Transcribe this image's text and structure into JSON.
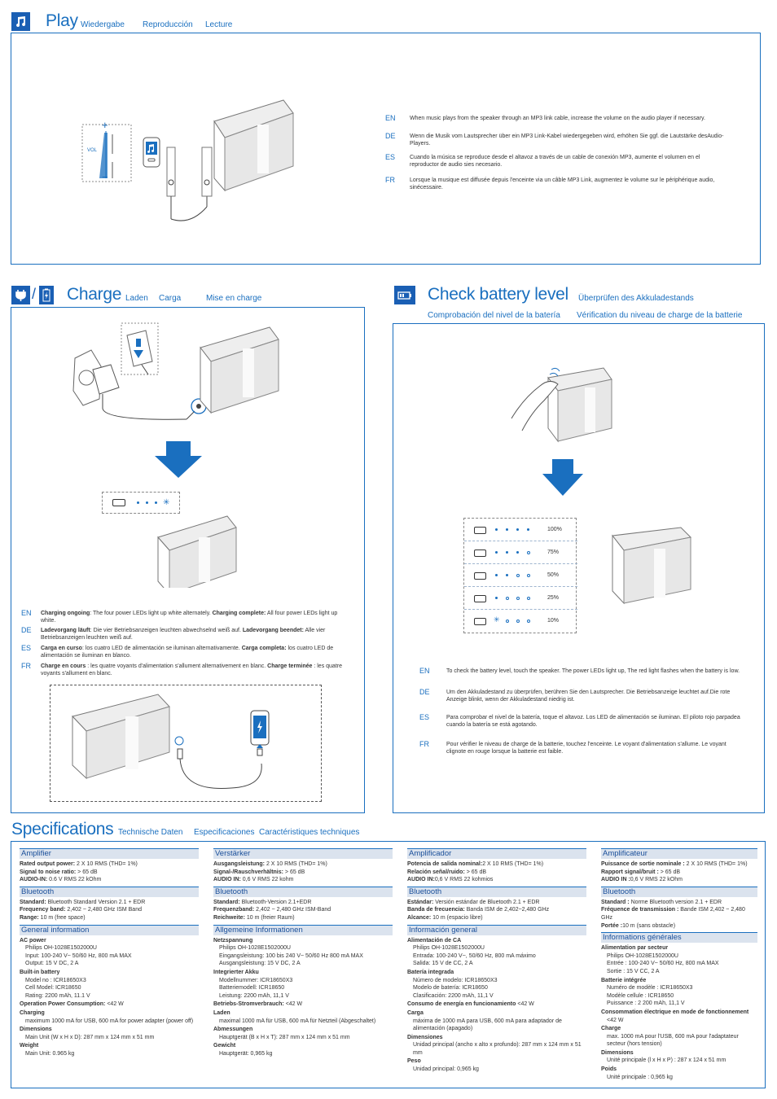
{
  "play": {
    "title": "Play",
    "subs": [
      "Wiedergabe",
      "Reproducción",
      "Lecture"
    ],
    "vol_label": "VOL",
    "vol_plus": "+",
    "vol_minus": "−",
    "rows": [
      {
        "code": "EN",
        "text": "When music plays from the speaker through an MP3 link cable,  increase the volume on the audio player if necessary."
      },
      {
        "code": "DE",
        "text": "Wenn die Musik vom Lautsprecher über ein MP3 Link-Kabel wiedergegeben wird, erhöhen Sie ggf. die Lautstärke desAudio-Players."
      },
      {
        "code": "ES",
        "text": "Cuando la música se reproduce desde el altavoz a través de un cable de conexión MP3, aumente el volumen en el reproductor de audio sies necesario."
      },
      {
        "code": "FR",
        "text": "Lorsque la musique est diffusée depuis l'enceinte via un câble MP3 Link, augmentez le volume sur le périphérique audio, sinécessaire."
      }
    ]
  },
  "charge": {
    "title": "Charge",
    "subs": [
      "Laden",
      "Carga",
      "Mise en charge"
    ],
    "rows": [
      {
        "code": "EN",
        "b1": "Charging ongoing",
        "t1": ": The four power LEDs light up white alternately. ",
        "b2": "Charging complete:",
        "t2": "  All four power LEDs light up white."
      },
      {
        "code": "DE",
        "b1": "Ladevorgang läuft",
        "t1": ": Die vier Betriebsanzeigen leuchten abwechselnd weiß auf. ",
        "b2": "Ladevorgang beendet:",
        "t2": " Alle vier Betriebsanzeigen leuchten weiß auf."
      },
      {
        "code": "ES",
        "b1": "Carga en curso",
        "t1": ": los cuatro LED de alimentación se iluminan alternativamente. ",
        "b2": "Carga completa:",
        "t2": " los cuatro LED de alimentación se iluminan en blanco."
      },
      {
        "code": "FR",
        "b1": "Charge en cours",
        "t1": " : les quatre voyants d'alimentation s'allument alternativement en blanc. ",
        "b2": "Charge terminée",
        "t2": " : les quatre voyants s'allument en blanc."
      }
    ]
  },
  "battery": {
    "title": "Check battery level",
    "subs": [
      "Überprüfen des Akkuladestands",
      "Comprobación del nivel de la batería",
      "Vérification du niveau de charge de la batterie"
    ],
    "levels": [
      {
        "pct": "100%",
        "on": 4
      },
      {
        "pct": "75%",
        "on": 3
      },
      {
        "pct": "50%",
        "on": 2
      },
      {
        "pct": "25%",
        "on": 1
      },
      {
        "pct": "10%",
        "on": 0
      }
    ],
    "rows": [
      {
        "code": "EN",
        "text": "To check the battery level, touch the speaker.  The power LEDs light up, The red light flashes when the battery is low."
      },
      {
        "code": "DE",
        "text": "Um den Akkuladestand zu überprüfen, berühren Sie den Lautsprecher. Die Betriebsanzeige leuchtet auf.Die rote Anzeige blinkt, wenn der Akkuladestand niedrig ist."
      },
      {
        "code": "ES",
        "text": "Para comprobar el nivel de la batería, toque el altavoz. Los LED de alimentación se iluminan. El piloto rojo parpadea cuando la batería se está agotando."
      },
      {
        "code": "FR",
        "text": "Pour vérifier le niveau de charge de la batterie, touchez l'enceinte.  Le voyant d'alimentation s'allume. Le voyant clignote en rouge lorsque la batterie est faible."
      }
    ]
  },
  "specs": {
    "title": "Specifications",
    "subs": [
      "Technische Daten",
      "Especificaciones",
      "Caractéristiques techniques"
    ],
    "cols": [
      {
        "sections": [
          {
            "head": "Amplifier",
            "items": [
              {
                "l": "Rated output power:",
                "v": " 2 X 10 RMS (THD= 1%)"
              },
              {
                "l": "Signal to noise ratio:",
                "v": "  > 65 dB"
              },
              {
                "l": "AUDIO-IN:",
                "v": " 0.6 V RMS 22 kOhm"
              }
            ]
          },
          {
            "head": "Bluetooth",
            "items": [
              {
                "l": "Standard:",
                "v": " Bluetooth Standard Version 2.1 + EDR"
              },
              {
                "l": "Frequency band:",
                "v": " 2,402 ~ 2,480 GHz ISM Band"
              },
              {
                "l": "Range:",
                "v": " 10 m (free space)"
              }
            ]
          },
          {
            "head": "General information",
            "blocks": [
              {
                "l": "AC power",
                "lines": [
                  "Philips OH-1028E1502000U",
                  "Input: 100-240 V~ 50/60 Hz, 800 mA MAX",
                  "Output: 15 V DC, 2 A"
                ]
              },
              {
                "l": "Built-in battery",
                "lines": [
                  "Model no : ICR18650X3",
                  "Cell Model: ICR18650",
                  "Rating: 2200 mAh, 11.1 V"
                ]
              },
              {
                "l": "Operation Power Consumption:",
                "inline": " <42 W"
              },
              {
                "l": "Charging",
                "lines": [
                  "maximum 1000 mA for USB, 600 mA for power adapter (power off)"
                ]
              },
              {
                "l": "Dimensions",
                "lines": [
                  "Main Unit (W x H x D): 287 mm x 124 mm x 51 mm"
                ]
              },
              {
                "l": "Weight",
                "lines": [
                  "Main Unit: 0.965 kg"
                ]
              }
            ]
          }
        ]
      },
      {
        "sections": [
          {
            "head": "Verstärker",
            "items": [
              {
                "l": "Ausgangsleistung:",
                "v": " 2 X 10 RMS (THD= 1%)"
              },
              {
                "l": "Signal-/Rauschverhältnis:",
                "v": "  > 65 dB"
              },
              {
                "l": "AUDIO IN:",
                "v": " 0,6 V RMS 22 kohm"
              }
            ]
          },
          {
            "head": "Bluetooth",
            "items": [
              {
                "l": "Standard:",
                "v": " Bluetooth-Version 2.1+EDR"
              },
              {
                "l": "Frequenzband:",
                "v": " 2,402 ~ 2,480 GHz ISM-Band"
              },
              {
                "l": "Reichweite:",
                "v": " 10 m (freier Raum)"
              }
            ]
          },
          {
            "head": "Allgemeine Informationen",
            "blocks": [
              {
                "l": "Netzspannung",
                "lines": [
                  "Philips OH-1028E1502000U",
                  "Eingangsleistung: 100 bis 240 V~ 50/60 Hz 800 mA MAX",
                  "Ausgangsleistung: 15 V DC, 2 A"
                ]
              },
              {
                "l": "Integrierter Akku",
                "lines": [
                  "Modellnummer: ICR18650X3",
                  "Batteriemodell: ICR18650",
                  "Leistung: 2200 mAh, 11,1 V"
                ]
              },
              {
                "l": "Betriebs-Stromverbrauch:",
                "inline": " <42 W"
              },
              {
                "l": "Laden",
                "lines": [
                  "maximal 1000 mA für USB, 600 mA für Netzteil (Abgeschaltet)"
                ]
              },
              {
                "l": "Abmessungen",
                "lines": [
                  "Hauptgerät (B x H x T): 287 mm x 124 mm x 51 mm"
                ]
              },
              {
                "l": "Gewicht",
                "lines": [
                  "Hauptgerät: 0,965 kg"
                ]
              }
            ]
          }
        ]
      },
      {
        "sections": [
          {
            "head": "Amplificador",
            "items": [
              {
                "l": "Potencia de salida nominal:",
                "v": "2 X 10 RMS (THD= 1%)"
              },
              {
                "l": "Relación señal/ruido:",
                "v": "  > 65 dB"
              },
              {
                "l": "AUDIO IN:",
                "v": "0,6 V RMS 22 kohmios"
              }
            ]
          },
          {
            "head": "Bluetooth",
            "items": [
              {
                "l": "Estándar:",
                "v": " Versión estándar de Bluetooth 2.1 + EDR"
              },
              {
                "l": "Banda de frecuencia:",
                "v": " Banda ISM de 2,402~2,480 GHz"
              },
              {
                "l": "Alcance:",
                "v": " 10 m (espacio libre)"
              }
            ]
          },
          {
            "head": "Información general",
            "blocks": [
              {
                "l": "Alimentación de CA",
                "lines": [
                  "Philips OH-1028E1502000U",
                  "Entrada: 100-240 V~, 50/60 Hz, 800 mA máximo",
                  "Salida: 15 V de CC,  2 A"
                ]
              },
              {
                "l": "Batería integrada",
                "lines": [
                  "Número de modelo: ICR18650X3",
                  "Modelo de batería: ICR18650",
                  "Clasificación: 2200 mAh, 11,1 V"
                ]
              },
              {
                "l": "Consumo de energía en funcionamiento",
                "inline": "  <42 W"
              },
              {
                "l": "Carga",
                "lines": [
                  "máxima de 1000 mA para USB, 600 mA para adaptador de alimentación (apagado)"
                ]
              },
              {
                "l": "Dimensiones",
                "lines": [
                  "Unidad principal (ancho x alto x profundo): 287 mm x 124 mm x 51 mm"
                ]
              },
              {
                "l": "Peso",
                "lines": [
                  "Unidad principal: 0,965 kg"
                ]
              }
            ]
          }
        ]
      },
      {
        "sections": [
          {
            "head": "Amplificateur",
            "items": [
              {
                "l": "Puissance de sortie nominale :",
                "v": " 2 X 10 RMS (THD= 1%)"
              },
              {
                "l": "Rapport signal/bruit :",
                "v": "  > 65 dB"
              },
              {
                "l": "AUDIO IN :",
                "v": "0,6 V RMS 22 kOhm"
              }
            ]
          },
          {
            "head": "Bluetooth",
            "items": [
              {
                "l": "Standard :",
                "v": " Norme Bluetooth version 2.1 + EDR"
              },
              {
                "l": "Fréquence de transmission :",
                "v": " Bande ISM 2,402 ~ 2,480 GHz"
              },
              {
                "l": "Portée :",
                "v": "10 m (sans obstacle)"
              }
            ]
          },
          {
            "head": "Informations générales",
            "blocks": [
              {
                "l": "Alimentation par secteur",
                "lines": [
                  "Philips OH-1028E1502000U",
                  "Entrée : 100-240 V~ 50/60 Hz, 800 mA MAX",
                  "Sortie : 15 V CC,  2 A"
                ]
              },
              {
                "l": "Batterie intégrée",
                "lines": [
                  "Numéro de modèle : ICR18650X3",
                  "Modèle cellule : ICR18650",
                  "Puissance : 2 200 mAh, 11,1 V"
                ]
              },
              {
                "l": "Consommation électrique en mode de fonctionnement",
                "lines": [
                  "<42 W"
                ]
              },
              {
                "l": "Charge",
                "lines": [
                  "max. 1000 mA pour l'USB, 600 mA pour l'adaptateur secteur (hors tension)"
                ]
              },
              {
                "l": "Dimensions",
                "lines": [
                  "Unité principale (l x H x P) : 287 x 124 x 51 mm"
                ]
              },
              {
                "l": "Poids",
                "lines": [
                  "Unité principale : 0,965 kg"
                ]
              }
            ]
          }
        ]
      }
    ]
  },
  "colors": {
    "accent": "#1a6fbf",
    "icon_bg": "#1a5fb4",
    "spec_head_bg": "#dbe3ee"
  }
}
